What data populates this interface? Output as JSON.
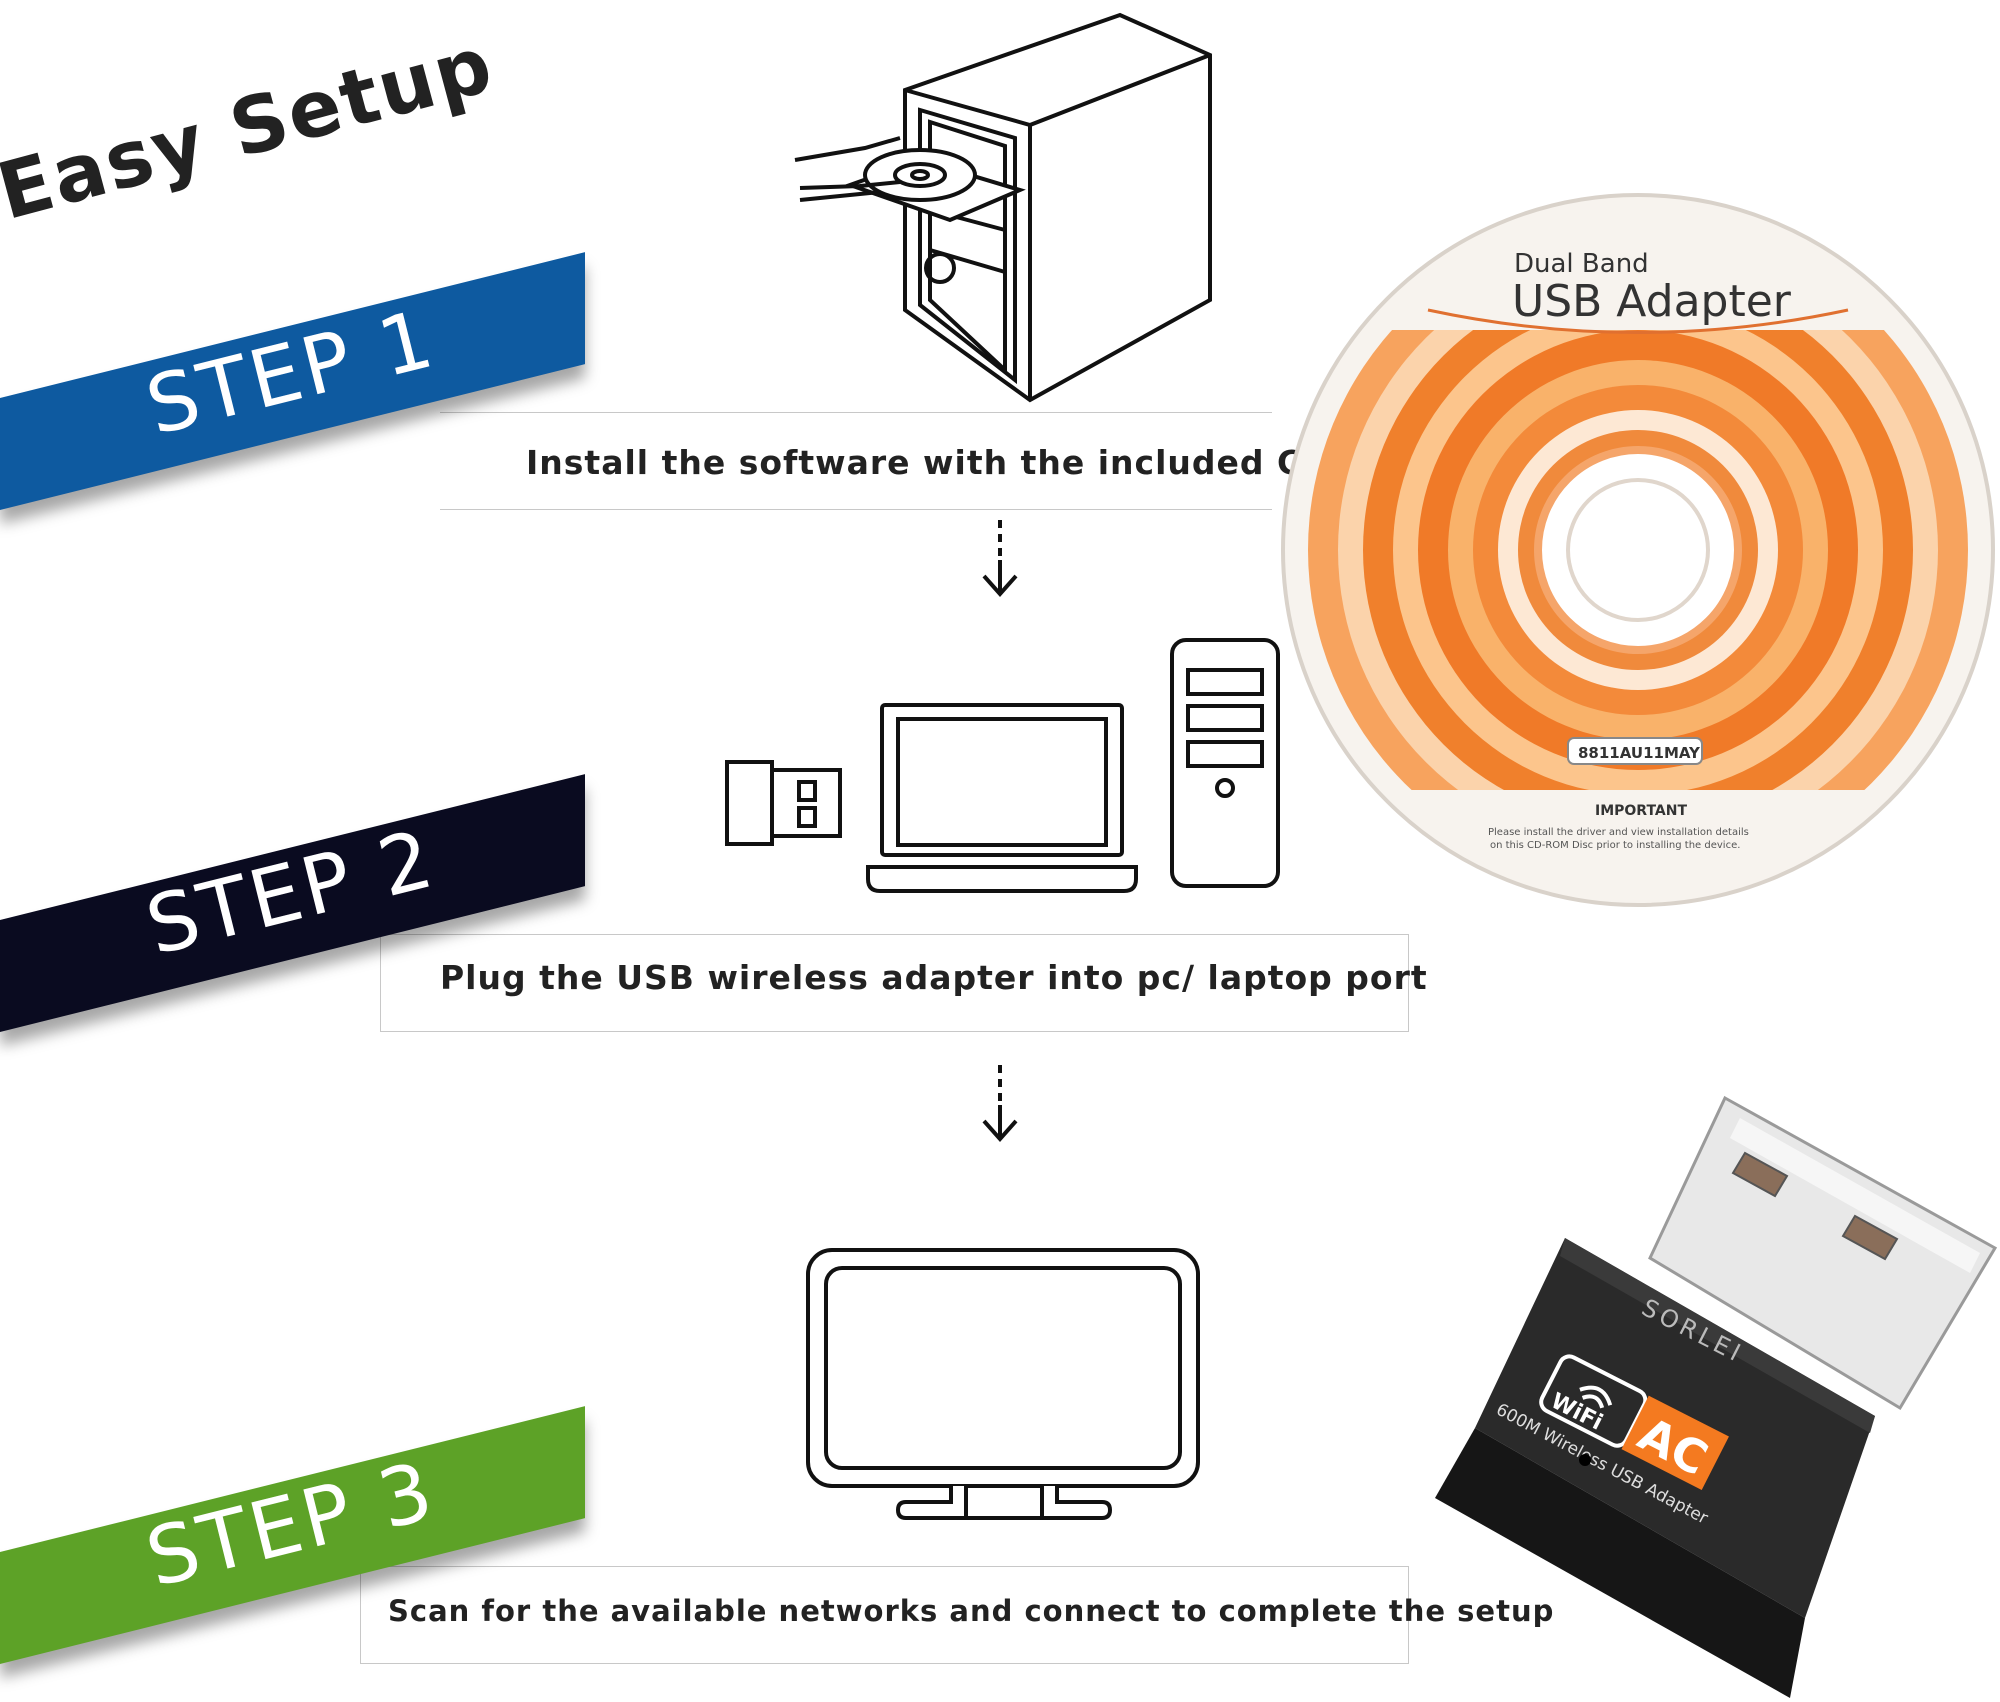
{
  "title": "Easy Setup",
  "steps": [
    {
      "label": "STEP 1",
      "instruction": "Install the software with the included CD",
      "color": "#0e5aa0"
    },
    {
      "label": "STEP 2",
      "instruction": "Plug the USB wireless adapter into pc/ laptop port",
      "color": "#0a0b20"
    },
    {
      "label": "STEP 3",
      "instruction": "Scan for the available networks and connect to complete the setup",
      "color": "#5da227"
    }
  ],
  "cd": {
    "line1": "Dual Band",
    "line2": "USB Adapter",
    "code": "8811AU11MAY",
    "important": "IMPORTANT",
    "note1": "Please install the driver and view installation details",
    "note2": "on this CD-ROM Disc prior to installing the device.",
    "accent": "#f07a28"
  },
  "adapter": {
    "brand": "SORLEI",
    "wifi": "WiFi",
    "ac": "AC",
    "model": "600M Wireless USB Adapter",
    "accent": "#f47a20"
  },
  "icons": [
    "computer-tower-cd-icon",
    "usb-dongle-icon",
    "laptop-icon",
    "desktop-tower-icon",
    "monitor-icon",
    "arrow-down-icon"
  ]
}
